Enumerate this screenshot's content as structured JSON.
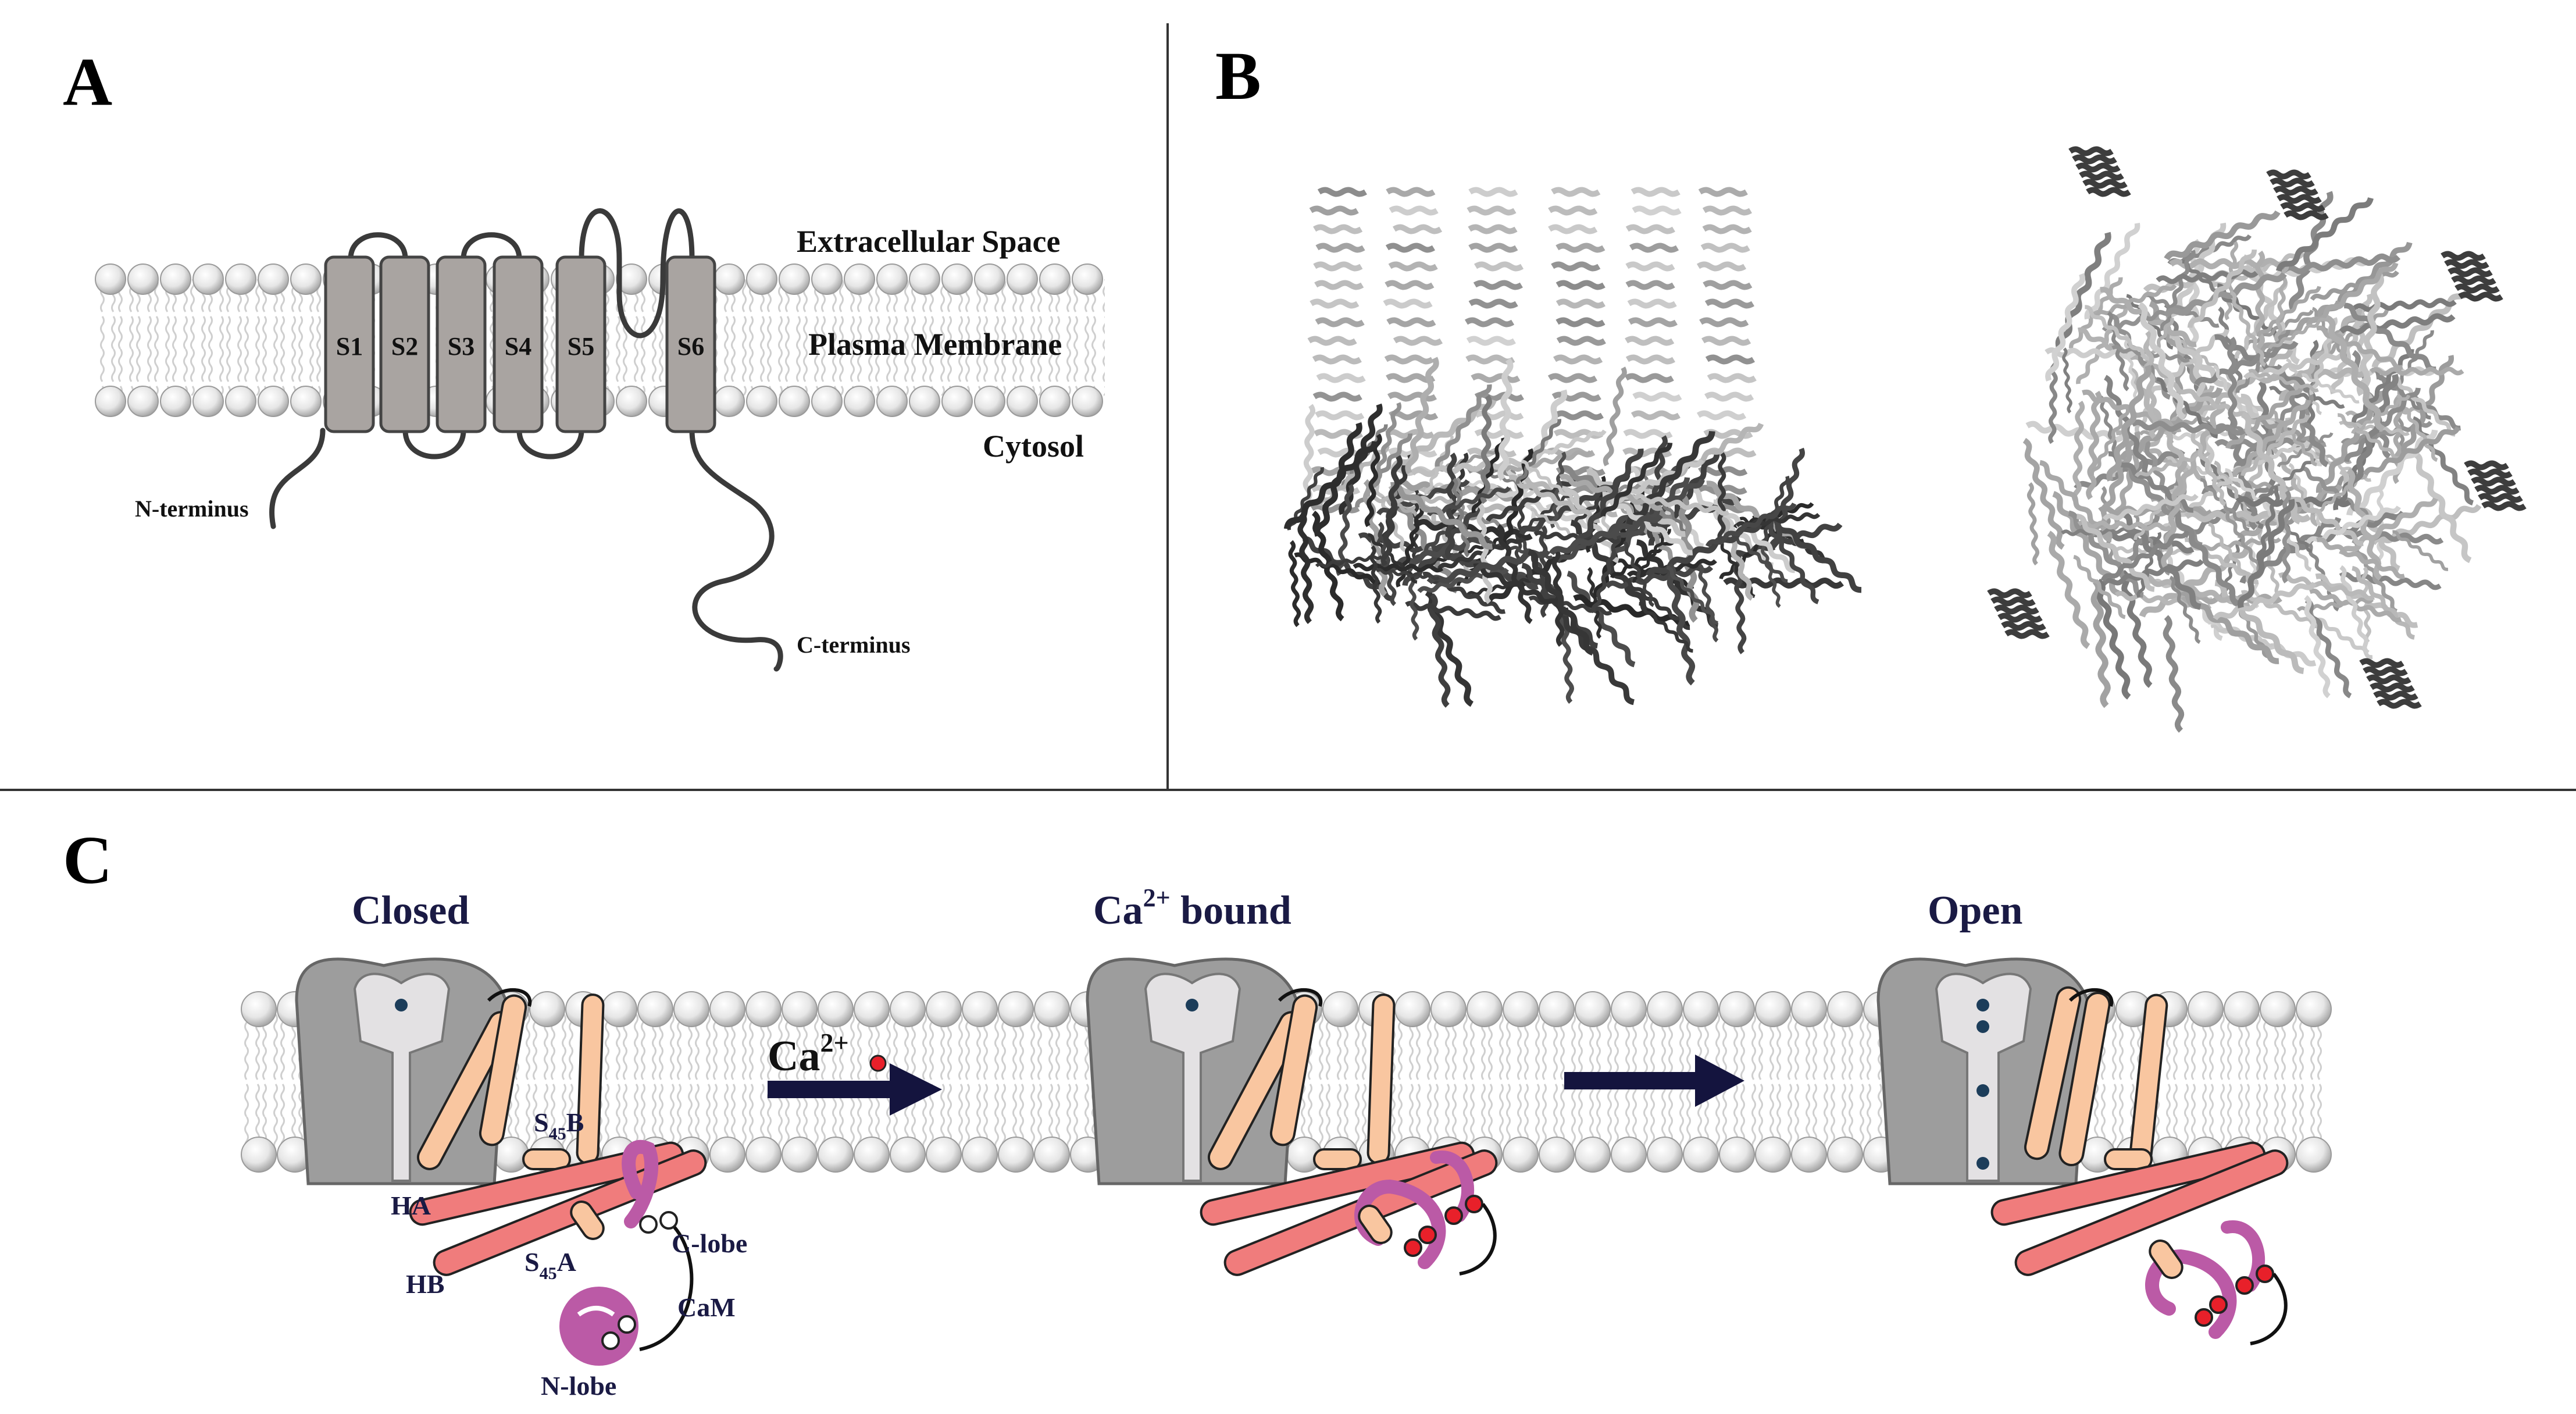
{
  "panels": {
    "a": {
      "letter": "A",
      "segments": [
        "S1",
        "S2",
        "S3",
        "S4",
        "S5",
        "S6"
      ],
      "labels": {
        "extracellular": "Extracellular Space",
        "membrane": "Plasma Membrane",
        "cytosol": "Cytosol",
        "n_terminus": "N-terminus",
        "c_terminus": "C-terminus"
      }
    },
    "b": {
      "letter": "B"
    },
    "c": {
      "letter": "C",
      "states": {
        "closed": "Closed",
        "bound_prefix": "Ca",
        "bound_sup": "2+",
        "bound_suffix": " bound",
        "open": "Open"
      },
      "ion": {
        "symbol": "Ca",
        "charge": "2+"
      },
      "labels": {
        "s45b_main": "S",
        "s45b_sub": "45",
        "s45b_end": "B",
        "s45a_main": "S",
        "s45a_sub": "45",
        "s45a_end": "A",
        "ha": "HA",
        "hb": "HB",
        "c_lobe": "C-lobe",
        "cam": "CaM",
        "n_lobe": "N-lobe"
      }
    }
  },
  "colors": {
    "segment": "#a9a4a1",
    "helix": "#f9c6a0",
    "red_helix": "#f07c7c",
    "cam": "#bb5aa6",
    "calcium": "#e8202a",
    "navy": "#14143e",
    "gray_pore": "#9d9d9d",
    "light_pore": "#e3e1e3"
  }
}
